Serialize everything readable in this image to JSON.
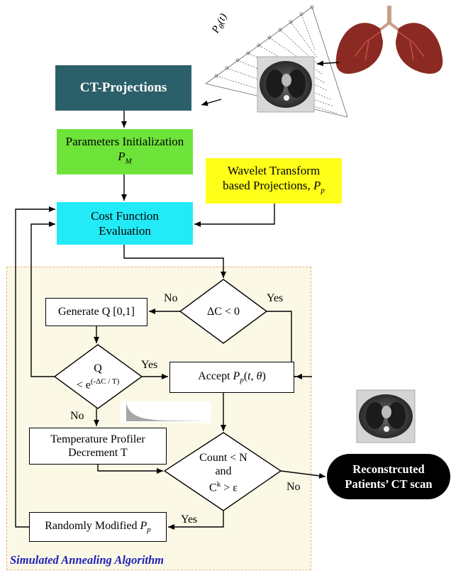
{
  "boxes": {
    "ct_projections": "CT-Projections",
    "params_line1": "Parameters Initialization",
    "params_sym": "P",
    "params_sub": "M",
    "wavelet_line1": "Wavelet Transform",
    "wavelet_line2": "based Projections, ",
    "wavelet_sym": "P",
    "wavelet_sub": "p",
    "cost_line1": "Cost Function",
    "cost_line2": "Evaluation",
    "generate_q": "Generate Q [0,1]",
    "accept_prefix": "Accept ",
    "accept_sym": "P",
    "accept_sub": "p",
    "accept_args_a": "(",
    "accept_t": "t",
    "accept_comma": ", ",
    "accept_theta": "θ",
    "accept_args_b": ")",
    "temp_line1": "Temperature Profiler",
    "temp_line2": "Decrement T",
    "randmod_prefix": "Randomly Modified ",
    "randmod_sym": "P",
    "randmod_sub": "p",
    "recon_line1": "Reconstrcuted",
    "recon_line2": "Patients’ CT scan"
  },
  "decisions": {
    "delta_c": "ΔC < 0",
    "q_top": "Q",
    "q_lt": "< e",
    "q_exp": "(-ΔC / T)",
    "count_line1": "Count < N",
    "count_line2": "and",
    "count_c": "C",
    "count_k": "k",
    "count_rest": " > ε"
  },
  "labels": {
    "no_1": "No",
    "yes_1": "Yes",
    "yes_2": "Yes",
    "no_2": "No",
    "no_3": "No",
    "yes_3": "Yes",
    "projection_p": "P",
    "projection_theta": "θ",
    "projection_t": "t"
  },
  "caption": "Simulated Annealing Algorithm",
  "colors": {
    "ct_projections_fill": "#2b5f6a",
    "params_fill": "#6ee33a",
    "wavelet_fill": "#ffff1a",
    "cost_fill": "#22eaf6",
    "region_fill": "#fbf9e6",
    "region_border": "#e8b47a",
    "caption_color": "#2020b8",
    "lung_color": "#8b2a22"
  },
  "icons": [
    "lungs-icon",
    "ct-scan-image",
    "projection-fan-icon",
    "decay-curve-icon",
    "reconstructed-ct-image"
  ]
}
